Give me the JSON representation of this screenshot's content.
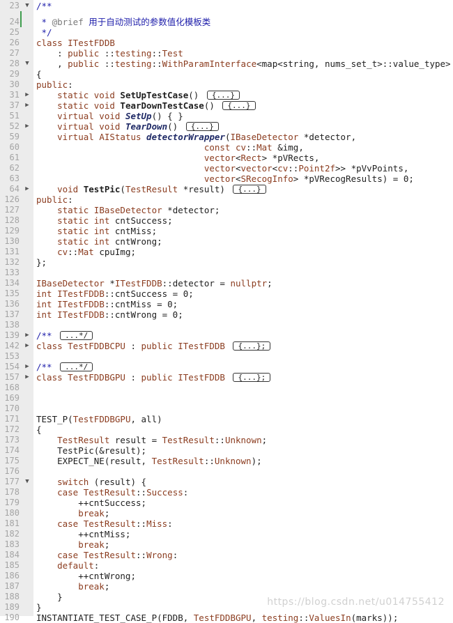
{
  "editor": {
    "rows": [
      {
        "ln": "23",
        "fold": "open",
        "segs": [
          {
            "t": "/**",
            "c": "cm"
          }
        ]
      },
      {
        "ln": "24",
        "fold": "",
        "segs": [
          {
            "t": " * ",
            "c": "cm"
          },
          {
            "t": "@brief",
            "c": "tag"
          },
          {
            "t": " 用于自动测试的参数值化模板类",
            "c": "cm"
          }
        ]
      },
      {
        "ln": "25",
        "fold": "",
        "segs": [
          {
            "t": " */",
            "c": "cm"
          }
        ]
      },
      {
        "ln": "26",
        "fold": "",
        "segs": [
          {
            "t": "class ",
            "c": "kw"
          },
          {
            "t": "ITestFDDB",
            "c": "typ"
          }
        ]
      },
      {
        "ln": "27",
        "fold": "",
        "segs": [
          {
            "t": "    : ",
            "c": ""
          },
          {
            "t": "public ",
            "c": "kw"
          },
          {
            "t": "::",
            "c": ""
          },
          {
            "t": "testing",
            "c": "ns"
          },
          {
            "t": "::",
            "c": ""
          },
          {
            "t": "Test",
            "c": "typ"
          }
        ]
      },
      {
        "ln": "28",
        "fold": "open",
        "segs": [
          {
            "t": "    , ",
            "c": ""
          },
          {
            "t": "public ",
            "c": "kw"
          },
          {
            "t": "::",
            "c": ""
          },
          {
            "t": "testing",
            "c": "ns"
          },
          {
            "t": "::",
            "c": ""
          },
          {
            "t": "WithParamInterface",
            "c": "typ"
          },
          {
            "t": "<map<string, nums_set_t>::value_type>",
            "c": ""
          }
        ]
      },
      {
        "ln": "29",
        "fold": "",
        "segs": [
          {
            "t": "{",
            "c": ""
          }
        ]
      },
      {
        "ln": "30",
        "fold": "",
        "segs": [
          {
            "t": "public",
            "c": "kw"
          },
          {
            "t": ":",
            "c": ""
          }
        ]
      },
      {
        "ln": "31",
        "fold": "closed",
        "segs": [
          {
            "t": "    static void ",
            "c": "kw"
          },
          {
            "t": "SetUpTestCase",
            "c": "fn"
          },
          {
            "t": "() ",
            "c": ""
          },
          {
            "t": "{...}",
            "c": "box"
          }
        ]
      },
      {
        "ln": "37",
        "fold": "closed",
        "segs": [
          {
            "t": "    static void ",
            "c": "kw"
          },
          {
            "t": "TearDownTestCase",
            "c": "fn"
          },
          {
            "t": "() ",
            "c": ""
          },
          {
            "t": "{...}",
            "c": "box"
          }
        ]
      },
      {
        "ln": "51",
        "fold": "",
        "segs": [
          {
            "t": "    virtual void ",
            "c": "kw"
          },
          {
            "t": "SetUp",
            "c": "fni"
          },
          {
            "t": "() { }",
            "c": ""
          }
        ]
      },
      {
        "ln": "52",
        "fold": "closed",
        "segs": [
          {
            "t": "    virtual void ",
            "c": "kw"
          },
          {
            "t": "TearDown",
            "c": "fni"
          },
          {
            "t": "() ",
            "c": ""
          },
          {
            "t": "{...}",
            "c": "box"
          }
        ]
      },
      {
        "ln": "59",
        "fold": "",
        "segs": [
          {
            "t": "    virtual ",
            "c": "kw"
          },
          {
            "t": "AIStatus ",
            "c": "typ"
          },
          {
            "t": "detectorWrapper",
            "c": "fni"
          },
          {
            "t": "(",
            "c": ""
          },
          {
            "t": "IBaseDetector",
            "c": "typ"
          },
          {
            "t": " *detector,",
            "c": ""
          }
        ]
      },
      {
        "ln": "60",
        "fold": "",
        "segs": [
          {
            "t": "                                const ",
            "c": "kw"
          },
          {
            "t": "cv",
            "c": "ns"
          },
          {
            "t": "::",
            "c": ""
          },
          {
            "t": "Mat",
            "c": "typ"
          },
          {
            "t": " &img,",
            "c": ""
          }
        ]
      },
      {
        "ln": "61",
        "fold": "",
        "segs": [
          {
            "t": "                                vector",
            "c": "typ"
          },
          {
            "t": "<",
            "c": ""
          },
          {
            "t": "Rect",
            "c": "typ"
          },
          {
            "t": "> *pVRects,",
            "c": ""
          }
        ]
      },
      {
        "ln": "62",
        "fold": "",
        "segs": [
          {
            "t": "                                vector",
            "c": "typ"
          },
          {
            "t": "<",
            "c": ""
          },
          {
            "t": "vector",
            "c": "typ"
          },
          {
            "t": "<",
            "c": ""
          },
          {
            "t": "cv",
            "c": "ns"
          },
          {
            "t": "::",
            "c": ""
          },
          {
            "t": "Point2f",
            "c": "typ"
          },
          {
            "t": ">> *pVvPoints,",
            "c": ""
          }
        ]
      },
      {
        "ln": "63",
        "fold": "",
        "segs": [
          {
            "t": "                                vector",
            "c": "typ"
          },
          {
            "t": "<",
            "c": ""
          },
          {
            "t": "SRecogInfo",
            "c": "typ"
          },
          {
            "t": "> *pVRecogResults) = 0;",
            "c": ""
          }
        ]
      },
      {
        "ln": "64",
        "fold": "closed",
        "segs": [
          {
            "t": "    void ",
            "c": "kw"
          },
          {
            "t": "TestPic",
            "c": "fn"
          },
          {
            "t": "(",
            "c": ""
          },
          {
            "t": "TestResult",
            "c": "typ"
          },
          {
            "t": " *result) ",
            "c": ""
          },
          {
            "t": "{...}",
            "c": "box"
          }
        ]
      },
      {
        "ln": "126",
        "fold": "",
        "segs": [
          {
            "t": "public",
            "c": "kw"
          },
          {
            "t": ":",
            "c": ""
          }
        ]
      },
      {
        "ln": "127",
        "fold": "",
        "segs": [
          {
            "t": "    static ",
            "c": "kw"
          },
          {
            "t": "IBaseDetector",
            "c": "typ"
          },
          {
            "t": " *detector;",
            "c": ""
          }
        ]
      },
      {
        "ln": "128",
        "fold": "",
        "segs": [
          {
            "t": "    static int ",
            "c": "kw"
          },
          {
            "t": "cntSuccess;",
            "c": ""
          }
        ]
      },
      {
        "ln": "129",
        "fold": "",
        "segs": [
          {
            "t": "    static int ",
            "c": "kw"
          },
          {
            "t": "cntMiss;",
            "c": ""
          }
        ]
      },
      {
        "ln": "130",
        "fold": "",
        "segs": [
          {
            "t": "    static int ",
            "c": "kw"
          },
          {
            "t": "cntWrong;",
            "c": ""
          }
        ]
      },
      {
        "ln": "131",
        "fold": "",
        "segs": [
          {
            "t": "    cv",
            "c": "ns"
          },
          {
            "t": "::",
            "c": ""
          },
          {
            "t": "Mat",
            "c": "typ"
          },
          {
            "t": " cpuImg;",
            "c": ""
          }
        ]
      },
      {
        "ln": "132",
        "fold": "",
        "segs": [
          {
            "t": "};",
            "c": ""
          }
        ]
      },
      {
        "ln": "133",
        "fold": "",
        "segs": []
      },
      {
        "ln": "134",
        "fold": "",
        "segs": [
          {
            "t": "IBaseDetector",
            "c": "typ"
          },
          {
            "t": " *",
            "c": ""
          },
          {
            "t": "ITestFDDB",
            "c": "typ"
          },
          {
            "t": "::detector = ",
            "c": ""
          },
          {
            "t": "nullptr",
            "c": "kw"
          },
          {
            "t": ";",
            "c": ""
          }
        ]
      },
      {
        "ln": "135",
        "fold": "",
        "segs": [
          {
            "t": "int ",
            "c": "kw"
          },
          {
            "t": "ITestFDDB",
            "c": "typ"
          },
          {
            "t": "::cntSuccess = 0;",
            "c": ""
          }
        ]
      },
      {
        "ln": "136",
        "fold": "",
        "segs": [
          {
            "t": "int ",
            "c": "kw"
          },
          {
            "t": "ITestFDDB",
            "c": "typ"
          },
          {
            "t": "::cntMiss = 0;",
            "c": ""
          }
        ]
      },
      {
        "ln": "137",
        "fold": "",
        "segs": [
          {
            "t": "int ",
            "c": "kw"
          },
          {
            "t": "ITestFDDB",
            "c": "typ"
          },
          {
            "t": "::cntWrong = 0;",
            "c": ""
          }
        ]
      },
      {
        "ln": "138",
        "fold": "",
        "segs": []
      },
      {
        "ln": "139",
        "fold": "closed",
        "segs": [
          {
            "t": "/** ",
            "c": "cm"
          },
          {
            "t": "...*/",
            "c": "box"
          }
        ]
      },
      {
        "ln": "142",
        "fold": "closed",
        "segs": [
          {
            "t": "class ",
            "c": "kw"
          },
          {
            "t": "TestFDDBCPU",
            "c": "typ"
          },
          {
            "t": " : ",
            "c": ""
          },
          {
            "t": "public ",
            "c": "kw"
          },
          {
            "t": "ITestFDDB ",
            "c": "typ"
          },
          {
            "t": "{...};",
            "c": "box"
          }
        ]
      },
      {
        "ln": "153",
        "fold": "",
        "segs": []
      },
      {
        "ln": "154",
        "fold": "closed",
        "segs": [
          {
            "t": "/** ",
            "c": "cm"
          },
          {
            "t": "...*/",
            "c": "box"
          }
        ]
      },
      {
        "ln": "157",
        "fold": "closed",
        "segs": [
          {
            "t": "class ",
            "c": "kw"
          },
          {
            "t": "TestFDDBGPU",
            "c": "typ"
          },
          {
            "t": " : ",
            "c": ""
          },
          {
            "t": "public ",
            "c": "kw"
          },
          {
            "t": "ITestFDDB ",
            "c": "typ"
          },
          {
            "t": "{...};",
            "c": "box"
          }
        ]
      },
      {
        "ln": "168",
        "fold": "",
        "segs": []
      },
      {
        "ln": "169",
        "fold": "",
        "segs": []
      },
      {
        "ln": "170",
        "fold": "",
        "segs": []
      },
      {
        "ln": "171",
        "fold": "",
        "segs": [
          {
            "t": "TEST_P",
            "c": "id"
          },
          {
            "t": "(",
            "c": ""
          },
          {
            "t": "TestFDDBGPU",
            "c": "typ"
          },
          {
            "t": ", all)",
            "c": ""
          }
        ]
      },
      {
        "ln": "172",
        "fold": "",
        "segs": [
          {
            "t": "{",
            "c": ""
          }
        ]
      },
      {
        "ln": "173",
        "fold": "",
        "segs": [
          {
            "t": "    TestResult",
            "c": "typ"
          },
          {
            "t": " result = ",
            "c": ""
          },
          {
            "t": "TestResult",
            "c": "typ"
          },
          {
            "t": "::",
            "c": ""
          },
          {
            "t": "Unknown",
            "c": "typ"
          },
          {
            "t": ";",
            "c": ""
          }
        ]
      },
      {
        "ln": "174",
        "fold": "",
        "segs": [
          {
            "t": "    TestPic(&result);",
            "c": ""
          }
        ]
      },
      {
        "ln": "175",
        "fold": "",
        "segs": [
          {
            "t": "    EXPECT_NE",
            "c": "id"
          },
          {
            "t": "(result, ",
            "c": ""
          },
          {
            "t": "TestResult",
            "c": "typ"
          },
          {
            "t": "::",
            "c": ""
          },
          {
            "t": "Unknown",
            "c": "typ"
          },
          {
            "t": ");",
            "c": ""
          }
        ]
      },
      {
        "ln": "176",
        "fold": "",
        "segs": []
      },
      {
        "ln": "177",
        "fold": "open",
        "segs": [
          {
            "t": "    switch ",
            "c": "kw"
          },
          {
            "t": "(result) {",
            "c": ""
          }
        ]
      },
      {
        "ln": "178",
        "fold": "",
        "segs": [
          {
            "t": "    case ",
            "c": "kw"
          },
          {
            "t": "TestResult",
            "c": "typ"
          },
          {
            "t": "::",
            "c": ""
          },
          {
            "t": "Success",
            "c": "typ"
          },
          {
            "t": ":",
            "c": ""
          }
        ]
      },
      {
        "ln": "179",
        "fold": "",
        "segs": [
          {
            "t": "        ++cntSuccess;",
            "c": ""
          }
        ]
      },
      {
        "ln": "180",
        "fold": "",
        "segs": [
          {
            "t": "        break",
            "c": "kw"
          },
          {
            "t": ";",
            "c": ""
          }
        ]
      },
      {
        "ln": "181",
        "fold": "",
        "segs": [
          {
            "t": "    case ",
            "c": "kw"
          },
          {
            "t": "TestResult",
            "c": "typ"
          },
          {
            "t": "::",
            "c": ""
          },
          {
            "t": "Miss",
            "c": "typ"
          },
          {
            "t": ":",
            "c": ""
          }
        ]
      },
      {
        "ln": "182",
        "fold": "",
        "segs": [
          {
            "t": "        ++cntMiss;",
            "c": ""
          }
        ]
      },
      {
        "ln": "183",
        "fold": "",
        "segs": [
          {
            "t": "        break",
            "c": "kw"
          },
          {
            "t": ";",
            "c": ""
          }
        ]
      },
      {
        "ln": "184",
        "fold": "",
        "segs": [
          {
            "t": "    case ",
            "c": "kw"
          },
          {
            "t": "TestResult",
            "c": "typ"
          },
          {
            "t": "::",
            "c": ""
          },
          {
            "t": "Wrong",
            "c": "typ"
          },
          {
            "t": ":",
            "c": ""
          }
        ]
      },
      {
        "ln": "185",
        "fold": "",
        "segs": [
          {
            "t": "    default",
            "c": "kw"
          },
          {
            "t": ":",
            "c": ""
          }
        ]
      },
      {
        "ln": "186",
        "fold": "",
        "segs": [
          {
            "t": "        ++cntWrong;",
            "c": ""
          }
        ]
      },
      {
        "ln": "187",
        "fold": "",
        "segs": [
          {
            "t": "        break",
            "c": "kw"
          },
          {
            "t": ";",
            "c": ""
          }
        ]
      },
      {
        "ln": "188",
        "fold": "",
        "segs": [
          {
            "t": "    }",
            "c": ""
          }
        ]
      },
      {
        "ln": "189",
        "fold": "",
        "segs": [
          {
            "t": "}",
            "c": ""
          }
        ]
      },
      {
        "ln": "190",
        "fold": "",
        "segs": [
          {
            "t": "INSTANTIATE_TEST_CASE_P",
            "c": "id"
          },
          {
            "t": "(FDDB, ",
            "c": ""
          },
          {
            "t": "TestFDDBGPU",
            "c": "typ"
          },
          {
            "t": ", ",
            "c": ""
          },
          {
            "t": "testing",
            "c": "ns"
          },
          {
            "t": "::",
            "c": ""
          },
          {
            "t": "ValuesIn",
            "c": "typ"
          },
          {
            "t": "(marks));",
            "c": ""
          }
        ]
      }
    ]
  },
  "watermark": "https://blog.csdn.net/u014755412",
  "colors": {
    "gutter_bg": "#ececec",
    "line_number": "#a4a4a4",
    "keyword": "#8b3c1f",
    "comment": "#1d1daa",
    "change_marker": "#3f9d4e"
  }
}
